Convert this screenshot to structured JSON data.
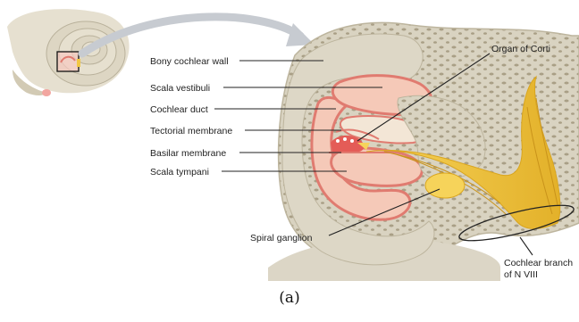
{
  "labels": {
    "bony_cochlear_wall": "Bony cochlear wall",
    "scala_vestibuli": "Scala vestibuli",
    "cochlear_duct": "Cochlear duct",
    "tectorial_membrane": "Tectorial membrane",
    "basilar_membrane": "Basilar membrane",
    "scala_tympani": "Scala tympani",
    "organ_of_corti": "Organ of Corti",
    "spiral_ganglion": "Spiral ganglion",
    "cochlear_branch_line1": "Cochlear branch",
    "cochlear_branch_line2": "of N VIII"
  },
  "caption": "(a)",
  "colors": {
    "bone": "#d9d3c1",
    "bone_dark": "#bdb59e",
    "spongy": "#cfc7b0",
    "pink": "#e8887a",
    "pink_light": "#f5c9b8",
    "duct": "#f3e6d6",
    "nerve": "#f2c744",
    "nerve_dark": "#d9a51f",
    "arrow": "#c7cbd1"
  }
}
